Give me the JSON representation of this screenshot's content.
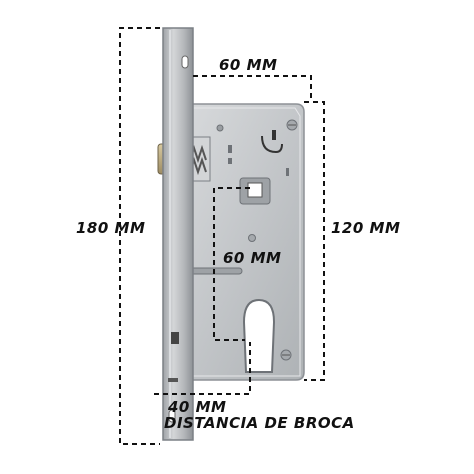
{
  "dimensions": {
    "width_label": "60 MM",
    "height_label": "180 MM",
    "body_height_label": "120 MM",
    "center_distance_label": "60 MM",
    "backset_label": "40 MM",
    "backset_caption": "DISTANCIA DE BROCA"
  },
  "colors": {
    "faceplate": "#b9bcbf",
    "case": "#c8cbce",
    "case_edge": "#8d9196",
    "dashed_line": "#111111",
    "background": "#ffffff"
  }
}
